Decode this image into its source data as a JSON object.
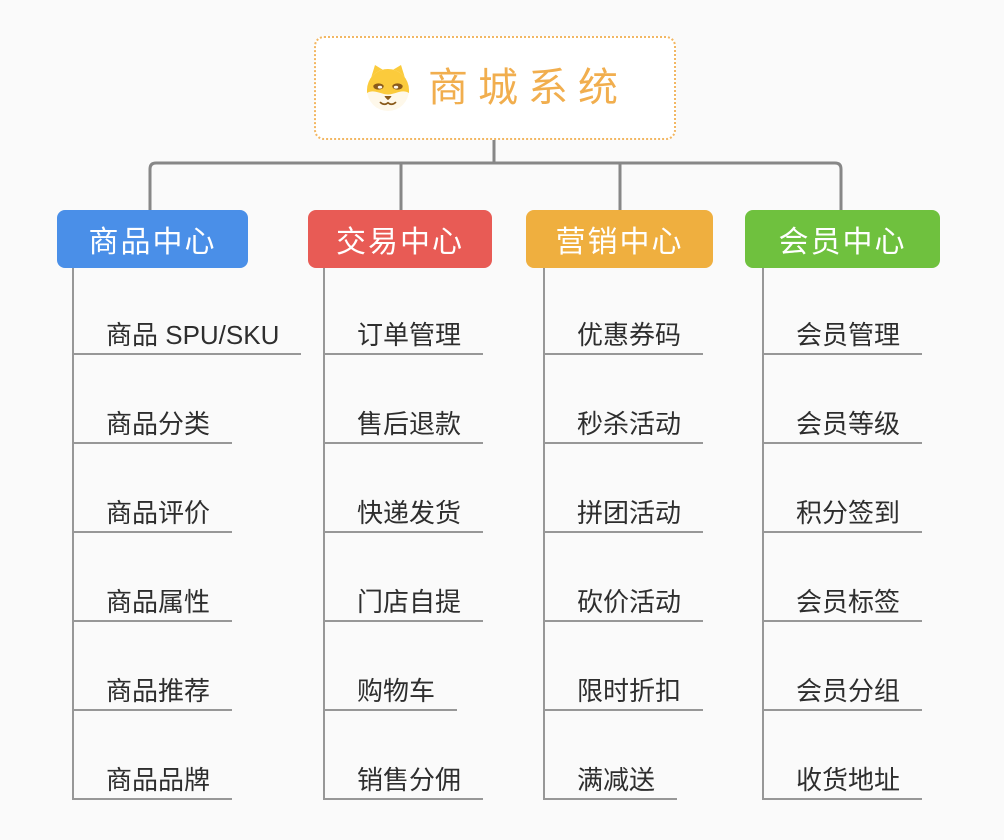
{
  "page": {
    "background": "#FAFAFA"
  },
  "root": {
    "label": "商城系统",
    "text_color": "#F1AE4E",
    "border_color": "#F2B763",
    "icon": "doge-icon"
  },
  "connectors": {
    "tree_line_color": "#878787",
    "branch_line_color": "#979797"
  },
  "branches": [
    {
      "label": "商品中心",
      "color": "#4A8FE8",
      "items": [
        "商品 SPU/SKU",
        "商品分类",
        "商品评价",
        "商品属性",
        "商品推荐",
        "商品品牌"
      ]
    },
    {
      "label": "交易中心",
      "color": "#E85B55",
      "items": [
        "订单管理",
        "售后退款",
        "快递发货",
        "门店自提",
        "购物车",
        "销售分佣"
      ]
    },
    {
      "label": "营销中心",
      "color": "#EFAF3F",
      "items": [
        "优惠券码",
        "秒杀活动",
        "拼团活动",
        "砍价活动",
        "限时折扣",
        "满减送"
      ]
    },
    {
      "label": "会员中心",
      "color": "#6FC13E",
      "items": [
        "会员管理",
        "会员等级",
        "积分签到",
        "会员标签",
        "会员分组",
        "收货地址"
      ]
    }
  ]
}
